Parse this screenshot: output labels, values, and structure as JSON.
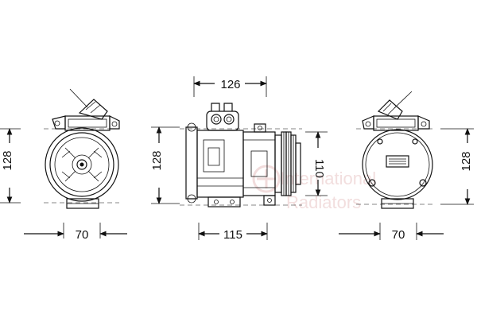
{
  "views": {
    "front": {
      "height_label": "128",
      "width_label": "70"
    },
    "side": {
      "top_label": "126",
      "height_label": "128",
      "bottom_label": "115",
      "right_label": "110"
    },
    "rear": {
      "height_label": "128",
      "width_label": "70"
    }
  },
  "watermark": {
    "line1": "International",
    "line2": "Radiators"
  }
}
